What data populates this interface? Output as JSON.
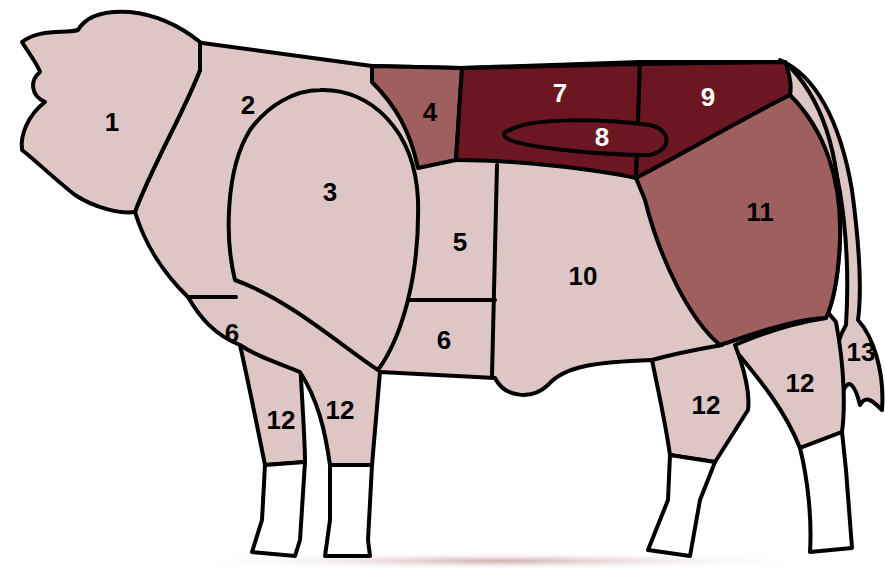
{
  "diagram": {
    "labels": [
      "1",
      "2",
      "3",
      "4",
      "5",
      "6",
      "6",
      "7",
      "8",
      "9",
      "10",
      "11",
      "12",
      "12",
      "12",
      "12",
      "13"
    ]
  }
}
